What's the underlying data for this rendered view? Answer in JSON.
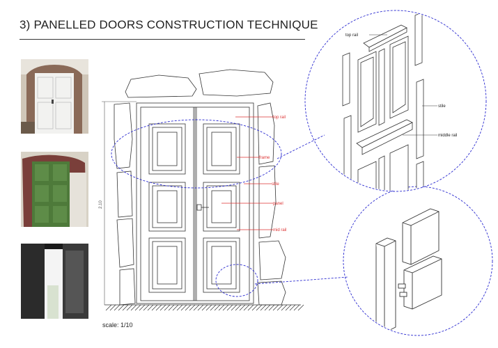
{
  "title": "3) PANELLED DOORS CONSTRUCTION TECHNIQUE",
  "scale": "scale: 1/10",
  "dimension": "2.10",
  "elevation_labels": {
    "top_rail": "top rail",
    "frame": "frame",
    "stile": "stile",
    "panel": "panel",
    "mid_rail": "mid rail"
  },
  "detail_labels": {
    "top_rail": "top rail",
    "stile": "stile",
    "middle_rail": "middle rail"
  },
  "colors": {
    "callout": "#d33",
    "detail_circle": "#2a2ad0",
    "door_green": "#4e7a3a"
  }
}
